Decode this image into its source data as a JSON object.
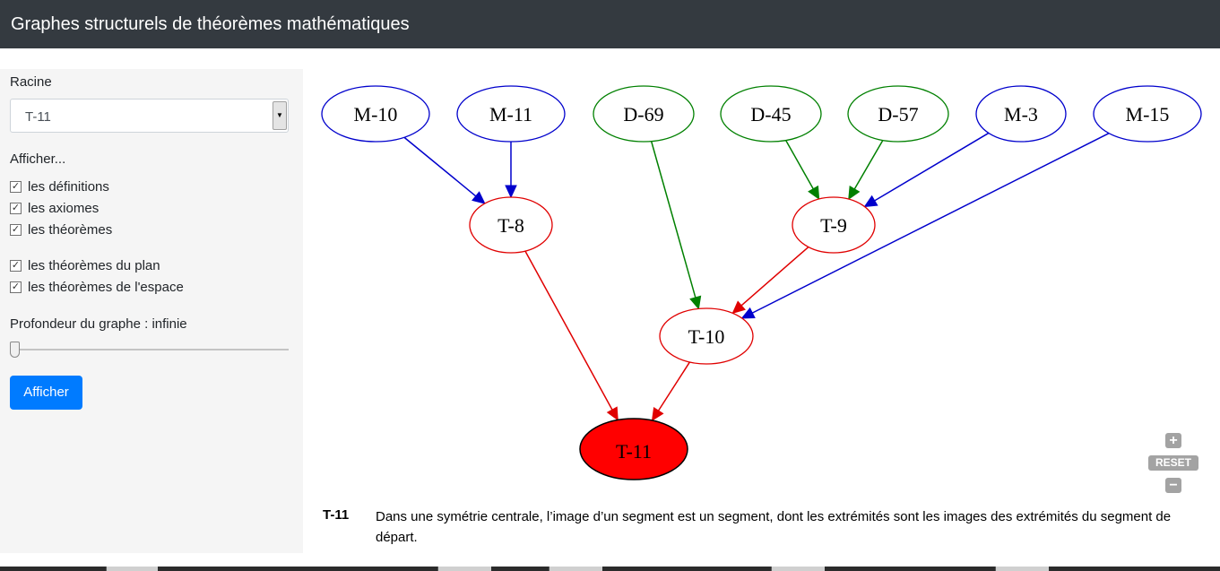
{
  "header": {
    "title": "Graphes structurels de théorèmes mathématiques"
  },
  "sidebar": {
    "root_label": "Racine",
    "root_value": "T-11",
    "show_label": "Afficher...",
    "checkboxes": [
      {
        "label": "les définitions",
        "checked": true
      },
      {
        "label": "les axiomes",
        "checked": true
      },
      {
        "label": "les théorèmes",
        "checked": true
      },
      {
        "label": "les théorèmes du plan",
        "checked": true
      },
      {
        "label": "les théorèmes de l'espace",
        "checked": true
      }
    ],
    "depth_label": "Profondeur du graphe : infinie",
    "depth_slider_value": 0,
    "submit_label": "Afficher"
  },
  "graph": {
    "nodes": [
      {
        "id": "M-10",
        "kind": "axiom",
        "color": "#0000cc"
      },
      {
        "id": "M-11",
        "kind": "axiom",
        "color": "#0000cc"
      },
      {
        "id": "D-69",
        "kind": "definition",
        "color": "#008000"
      },
      {
        "id": "D-45",
        "kind": "definition",
        "color": "#008000"
      },
      {
        "id": "D-57",
        "kind": "definition",
        "color": "#008000"
      },
      {
        "id": "M-3",
        "kind": "axiom",
        "color": "#0000cc"
      },
      {
        "id": "M-15",
        "kind": "axiom",
        "color": "#0000cc"
      },
      {
        "id": "T-8",
        "kind": "theorem",
        "color": "#e00000"
      },
      {
        "id": "T-9",
        "kind": "theorem",
        "color": "#e00000"
      },
      {
        "id": "T-10",
        "kind": "theorem",
        "color": "#e00000"
      },
      {
        "id": "T-11",
        "kind": "root",
        "color": "#000000",
        "fill": "#ff0000"
      }
    ],
    "edges": [
      {
        "from": "M-10",
        "to": "T-8",
        "color": "#0000cc"
      },
      {
        "from": "M-11",
        "to": "T-8",
        "color": "#0000cc"
      },
      {
        "from": "D-69",
        "to": "T-10",
        "color": "#008000"
      },
      {
        "from": "D-45",
        "to": "T-9",
        "color": "#008000"
      },
      {
        "from": "D-57",
        "to": "T-9",
        "color": "#008000"
      },
      {
        "from": "M-3",
        "to": "T-9",
        "color": "#0000cc"
      },
      {
        "from": "M-15",
        "to": "T-10",
        "color": "#0000cc"
      },
      {
        "from": "T-8",
        "to": "T-11",
        "color": "#e00000"
      },
      {
        "from": "T-9",
        "to": "T-10",
        "color": "#e00000"
      },
      {
        "from": "T-10",
        "to": "T-11",
        "color": "#e00000"
      }
    ]
  },
  "zoom": {
    "plus": "+",
    "reset": "RESET",
    "minus": "−"
  },
  "description": {
    "code": "T-11",
    "text": "Dans une symétrie centrale, l’image d’un segment est un segment, dont les extrémités sont les images des extrémités du segment de départ."
  }
}
